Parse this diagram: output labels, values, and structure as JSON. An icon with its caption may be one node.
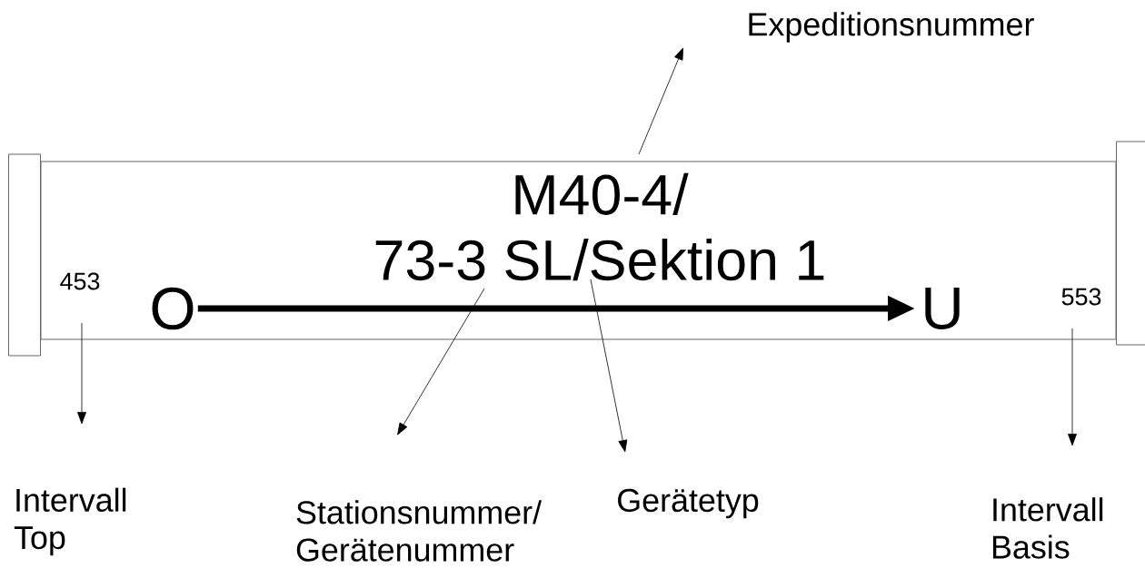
{
  "diagram": {
    "nodes": [
      {
        "text": [],
        "shape": "box"
      },
      {
        "text": [
          "453"
        ],
        "in": 0
      },
      {
        "text": [
          "O"
        ],
        "in": 0
      },
      {
        "text": [
          "M40-4/ 73-3 SL/Sektion 1"
        ],
        "in": 0
      },
      {
        "text": [
          "U"
        ],
        "in": 0
      },
      {
        "text": [
          "553"
        ],
        "in": 0
      },
      {
        "text": [
          "Expeditionsnummer"
        ]
      },
      {
        "text": [
          "Intervall Top"
        ]
      },
      {
        "text": [
          "Stationsnummer/ Gerätenummer"
        ]
      },
      {
        "text": [
          "Gerätetyp"
        ]
      },
      {
        "text": [
          "Intervall Basis"
        ]
      }
    ],
    "edges": [
      {
        "from": 3,
        "to": 6,
        "arrow": "to"
      },
      {
        "from": 2,
        "to": 4,
        "arrow": "to",
        "style": "thick"
      },
      {
        "from": 1,
        "to": 7,
        "arrow": "to"
      },
      {
        "from": 3,
        "to": 8,
        "arrow": "to"
      },
      {
        "from": 3,
        "to": 9,
        "arrow": "to"
      },
      {
        "from": 5,
        "to": 10,
        "arrow": "to"
      }
    ]
  }
}
